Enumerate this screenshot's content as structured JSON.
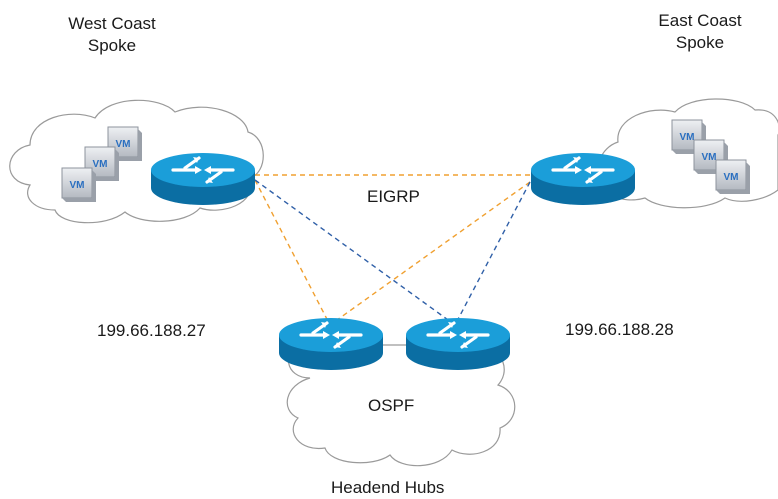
{
  "sites": {
    "west_line1": "West Coast",
    "west_line2": "Spoke",
    "east_line1": "East Coast",
    "east_line2": "Spoke"
  },
  "protocols": {
    "eigrp": "EIGRP",
    "ospf": "OSPF"
  },
  "addresses": {
    "hub_left": "199.66.188.27",
    "hub_right": "199.66.188.28"
  },
  "hubs_caption": "Headend Hubs",
  "vm_label": "VM",
  "colors": {
    "orange_link": "#f0a030",
    "blue_link": "#3060a8",
    "router_top": "#1a9ad6",
    "router_side": "#0a6a9e",
    "cloud_stroke": "#9a9a9a",
    "vm_fill": "#c8ccd2",
    "vm_text": "#2a6fc0"
  }
}
